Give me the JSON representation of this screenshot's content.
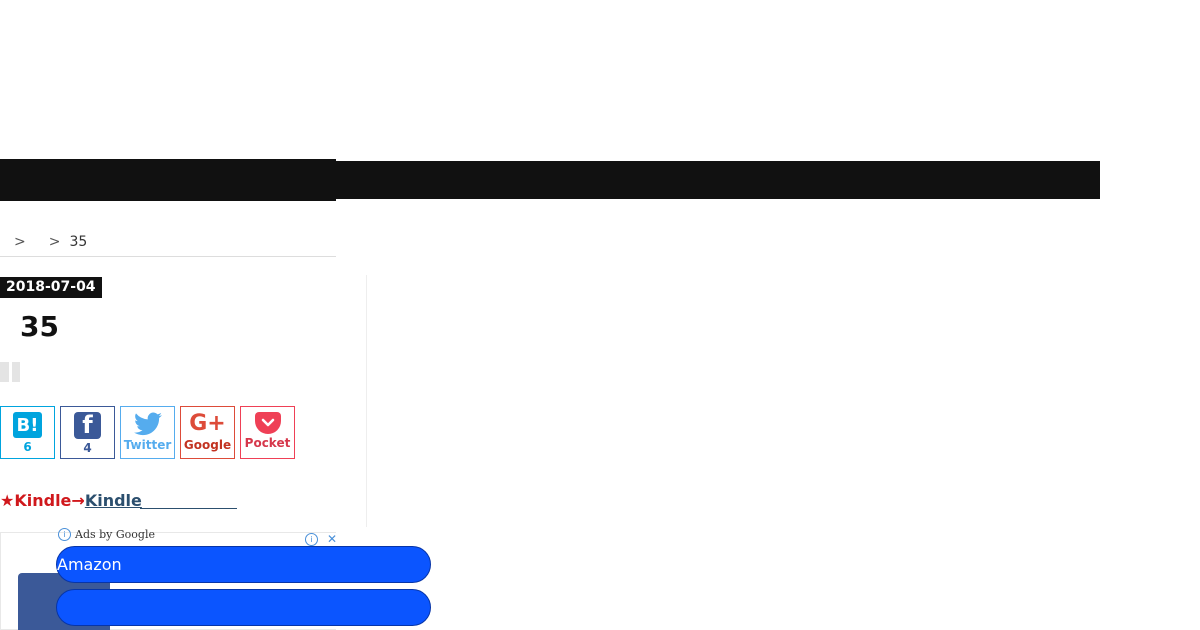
{
  "breadcrumb": {
    "separator": ">",
    "current": "35"
  },
  "post": {
    "date": "2018-07-04",
    "title": "35"
  },
  "share": {
    "hatena": {
      "icon": "hatena-bookmark-icon",
      "mark": "B!",
      "count": "6"
    },
    "facebook": {
      "icon": "facebook-icon",
      "mark": "f",
      "count": "4"
    },
    "twitter": {
      "icon": "twitter-bird-icon",
      "label": "Twitter"
    },
    "google": {
      "icon": "google-plus-icon",
      "mark": "G+",
      "label": "Google"
    },
    "pocket": {
      "icon": "pocket-icon",
      "label": "Pocket"
    }
  },
  "promo": {
    "prefix": "★Kindle→",
    "link_text": "Kindle"
  },
  "ad": {
    "label": "Ads by Google",
    "info_glyph": "i",
    "close_glyph": "✕",
    "pills": [
      {
        "label": "Amazon"
      },
      {
        "label": ""
      }
    ]
  },
  "colors": {
    "nav": "#111111",
    "hatena": "#00a4de",
    "facebook": "#3b5998",
    "twitter": "#55acee",
    "google": "#dd4b39",
    "pocket": "#ef4056",
    "pill": "#0b55ff",
    "promo_red": "#d0181c"
  }
}
